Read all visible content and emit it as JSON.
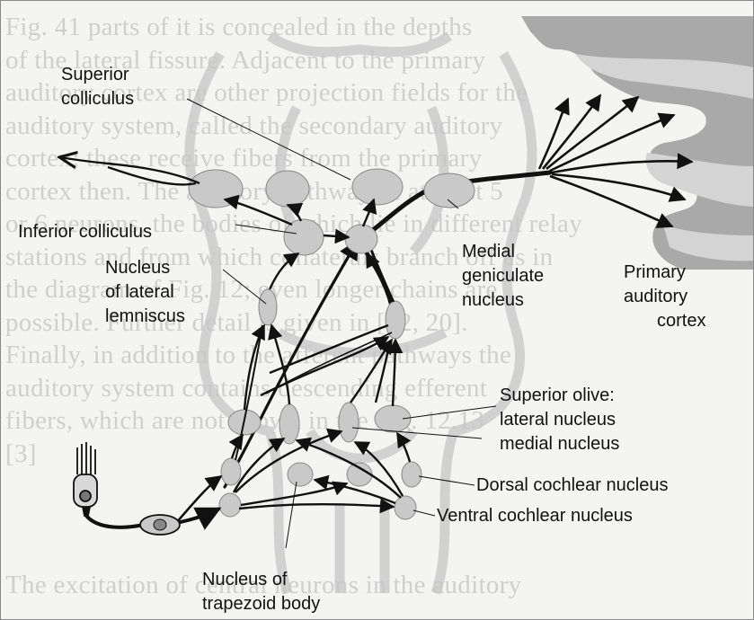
{
  "labels": {
    "superior_colliculus": [
      "Superior",
      "colliculus"
    ],
    "inferior_colliculus": "Inferior colliculus",
    "nucleus_lateral_lemniscus": [
      "Nucleus",
      "of lateral",
      "lemniscus"
    ],
    "medial_geniculate": [
      "Medial",
      "geniculate",
      "nucleus"
    ],
    "primary_auditory_cortex": [
      "Primary",
      "auditory",
      "cortex"
    ],
    "superior_olive_lateral": [
      "Superior olive:",
      "lateral nucleus"
    ],
    "superior_olive_medial": "medial nucleus",
    "dorsal_cochlear": "Dorsal cochlear nucleus",
    "ventral_cochlear": "Ventral cochlear nucleus",
    "trapezoid_body": [
      "Nucleus of",
      "trapezoid body"
    ]
  },
  "background_text": [
    "Fig. 41 parts of it is concealed in the depths",
    "of the lateral fissure. Adjacent to the primary",
    "auditory cortex are other projection fields for the",
    "auditory system, called the secondary auditory",
    "cortex; these receive fibers from the primary",
    "cortex then. The auditory pathway of at least 5",
    "or 6 neurons, the bodies of which lie in different relay",
    "stations and from which collaterals branch off as in",
    "the diagram of Fig. 12; even longer chains are",
    "possible. Further detail is given in [12, 20].",
    "Finally, in addition to the afferent pathways the",
    "auditory system contains descending efferent",
    "fibers, which are not shown in the Fig. 12.13",
    "[3]",
    "",
    "",
    "",
    "The excitation of central neurons in the auditory"
  ],
  "colors": {
    "ink": "#111111",
    "nucleus_fill": "#c9c9c9",
    "cortex_fill": "#a9a9a9",
    "watermark": "#c6c6c6",
    "background_text": "#cfcfcf"
  }
}
